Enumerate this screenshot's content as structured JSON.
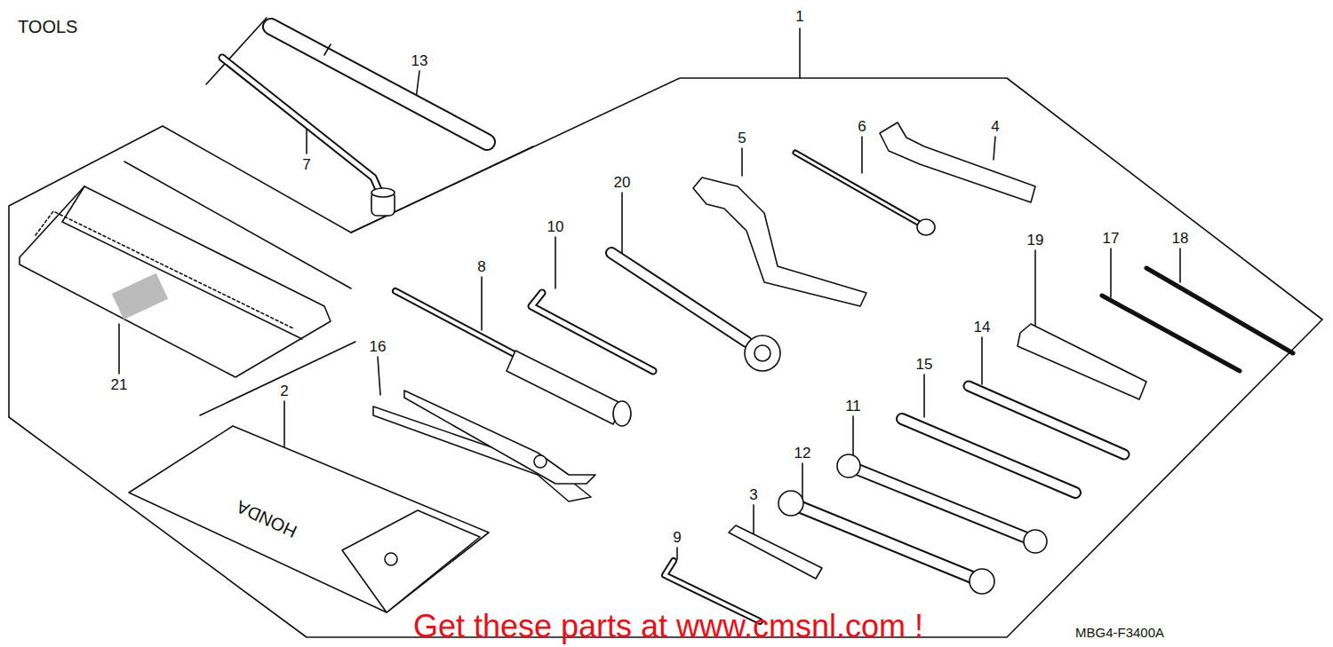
{
  "diagram": {
    "title": "TOOLS",
    "labels": [
      "1",
      "13",
      "7",
      "5",
      "6",
      "4",
      "20",
      "10",
      "8",
      "16",
      "19",
      "17",
      "18",
      "14",
      "15",
      "11",
      "12",
      "3",
      "9",
      "21",
      "2",
      "HONDA",
      "MBG4-F3400A",
      "Get these parts at www.cmsnl.com !"
    ]
  }
}
